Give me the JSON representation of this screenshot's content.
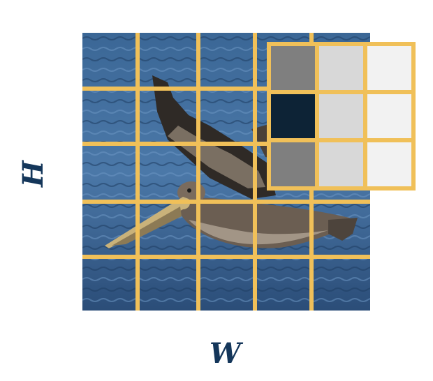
{
  "labels": {
    "width": "W",
    "height": "H"
  },
  "grid": {
    "rows": 5,
    "cols": 5,
    "line_color": "#f0c059"
  },
  "patch_colors": [
    [
      "#7f7f7f",
      "#d8d8d8",
      "#f2f2f2"
    ],
    [
      "#0d2336",
      "#d8d8d8",
      "#f2f2f2"
    ],
    [
      "#7f7f7f",
      "#d8d8d8",
      "#f2f2f2"
    ]
  ],
  "colors": {
    "water_dark": "#1f3e63",
    "water_mid": "#3e6a9a",
    "water_light": "#6c95c3",
    "bird_dark": "#2f2a26",
    "bird_mid": "#6b5e52",
    "bird_light": "#b9ad9c",
    "beak": "#c9b27a",
    "label": "#14365a"
  }
}
